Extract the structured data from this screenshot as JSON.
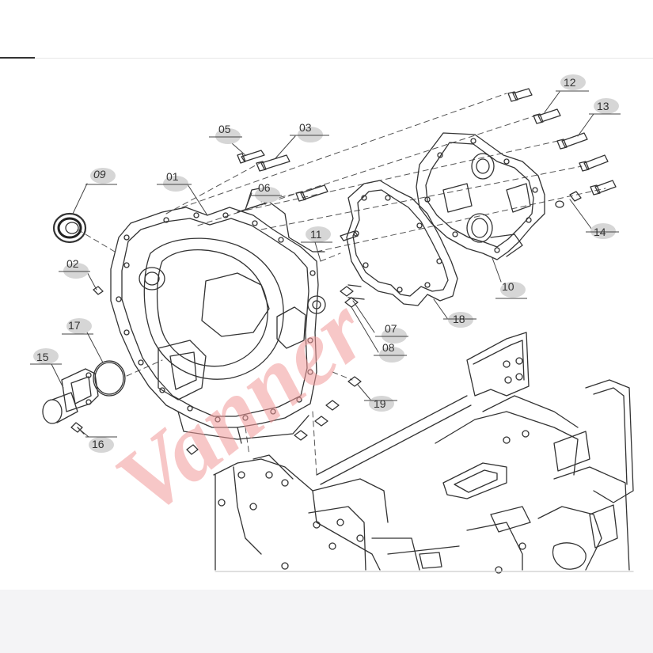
{
  "diagram": {
    "watermark": "Vanner",
    "callouts": [
      {
        "id": "c01",
        "label": "01"
      },
      {
        "id": "c02",
        "label": "02"
      },
      {
        "id": "c03",
        "label": "03"
      },
      {
        "id": "c05",
        "label": "05"
      },
      {
        "id": "c06",
        "label": "06"
      },
      {
        "id": "c07",
        "label": "07"
      },
      {
        "id": "c08",
        "label": "08"
      },
      {
        "id": "c09",
        "label": "09"
      },
      {
        "id": "c10",
        "label": "10"
      },
      {
        "id": "c11",
        "label": "11"
      },
      {
        "id": "c12",
        "label": "12"
      },
      {
        "id": "c13",
        "label": "13"
      },
      {
        "id": "c14",
        "label": "14"
      },
      {
        "id": "c15",
        "label": "15"
      },
      {
        "id": "c16",
        "label": "16"
      },
      {
        "id": "c17",
        "label": "17"
      },
      {
        "id": "c18",
        "label": "18"
      },
      {
        "id": "c19",
        "label": "19"
      }
    ]
  },
  "colors": {
    "line": "#333333",
    "callout_bubble": "#d6d6d6",
    "watermark": "#f29a9a",
    "bottom_band": "#f4f4f6"
  }
}
